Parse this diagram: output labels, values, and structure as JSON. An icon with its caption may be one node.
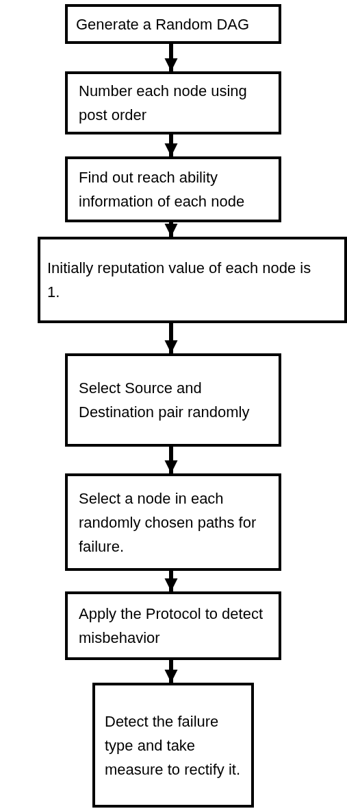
{
  "diagram": {
    "nodes": [
      {
        "text": [
          "Generate a Random DAG"
        ]
      },
      {
        "text": [
          "Number each node using post order"
        ]
      },
      {
        "text": [
          "Find out reach ability information of each node"
        ]
      },
      {
        "text": [
          "Initially reputation value of each node is 1."
        ]
      },
      {
        "text": [
          "Select Source and Destination pair randomly"
        ]
      },
      {
        "text": [
          "Select a node in each randomly chosen paths for failure."
        ]
      },
      {
        "text": [
          "Apply the Protocol to detect misbehavior"
        ]
      },
      {
        "text": [
          "Detect the failure type and take measure to rectify it."
        ]
      }
    ],
    "edges": [
      {
        "from": 0,
        "to": 1,
        "arrow": "to"
      },
      {
        "from": 1,
        "to": 2,
        "arrow": "to"
      },
      {
        "from": 2,
        "to": 3,
        "arrow": "to"
      },
      {
        "from": 3,
        "to": 4,
        "arrow": "to"
      },
      {
        "from": 4,
        "to": 5,
        "arrow": "to"
      },
      {
        "from": 5,
        "to": 6,
        "arrow": "to"
      },
      {
        "from": 6,
        "to": 7,
        "arrow": "to"
      }
    ]
  }
}
